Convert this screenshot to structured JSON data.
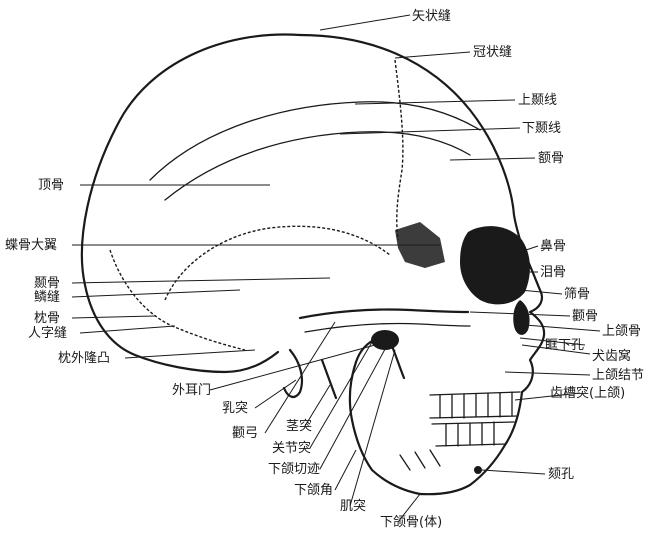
{
  "labels": {
    "sagittal_suture": "矢状缝",
    "coronal_suture": "冠状缝",
    "superior_temporal_line": "上颞线",
    "inferior_temporal_line": "下颞线",
    "frontal_bone": "额骨",
    "parietal_bone": "顶骨",
    "greater_wing_sphenoid": "蝶骨大翼",
    "temporal_bone": "颞骨",
    "squamous_suture": "鳞缝",
    "occipital_bone": "枕骨",
    "lambdoid_suture": "人字缝",
    "external_occipital_protuberance": "枕外隆凸",
    "external_acoustic_meatus": "外耳门",
    "mastoid_process": "乳突",
    "zygomatic_arch": "颧弓",
    "styloid_process": "茎突",
    "condylar_process": "关节突",
    "mandibular_notch": "下颌切迹",
    "mandibular_angle": "下颌角",
    "coronoid_process": "肌突",
    "mandible_body": "下颌骨(体)",
    "nasal_bone": "鼻骨",
    "lacrimal_bone": "泪骨",
    "ethmoid_bone": "筛骨",
    "zygomatic_bone": "颧骨",
    "maxilla": "上颌骨",
    "infraorbital_foramen": "眶下孔",
    "canine_fossa": "犬齿窝",
    "maxillary_tuberosity": "上颌结节",
    "alveolar_process": "齿槽突(上颌)",
    "mental_foramen": "颏孔"
  }
}
